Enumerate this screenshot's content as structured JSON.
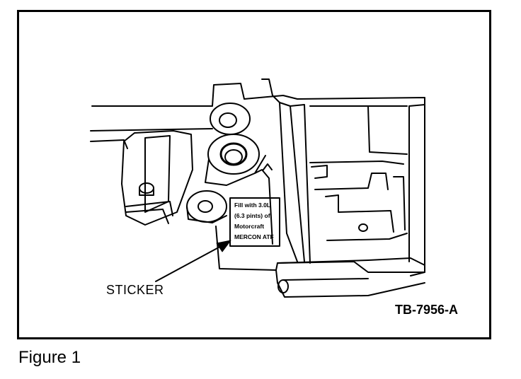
{
  "figure": {
    "caption": "Figure 1",
    "id_label": "TB-7956-A"
  },
  "callout": {
    "label": "STICKER"
  },
  "sticker": {
    "lines": [
      "Fill with 3.0L",
      "(6.3 pints) of",
      "Motorcraft",
      "MERCON ATF"
    ]
  }
}
